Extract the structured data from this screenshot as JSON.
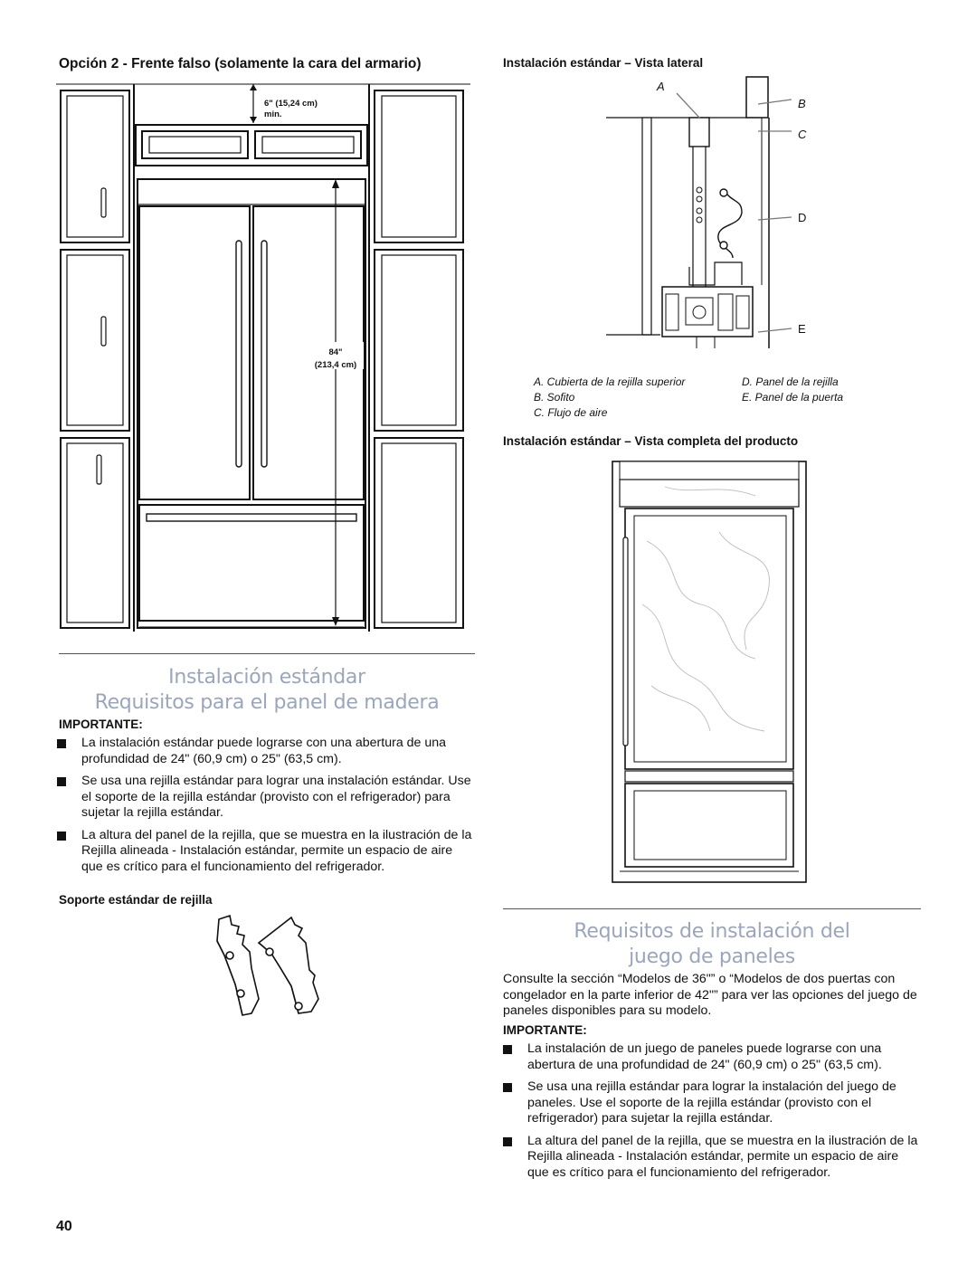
{
  "left_column": {
    "option_heading": "Opción 2 - Frente falso (solamente la cara del armario)",
    "fridge_figure": {
      "dim_top_line1": "6\" (15,24 cm)",
      "dim_top_line2": "min.",
      "dim_height_line1": "84\"",
      "dim_height_line2": "(213,4 cm)"
    },
    "section_title_line1": "Instalación estándar",
    "section_title_line2": "Requisitos para el panel de madera",
    "important_label": "IMPORTANTE:",
    "bullets": [
      "La instalación estándar puede lograrse con una abertura de una profundidad de 24\" (60,9 cm) o 25\" (63,5 cm).",
      "Se usa una rejilla estándar para lograr una instalación estándar. Use el soporte de la rejilla estándar (provisto con el refrigerador) para sujetar la rejilla estándar.",
      "La altura del panel de la rejilla, que se muestra en la ilustración de la Rejilla alineada - Instalación estándar, permite un espacio de aire que es crítico para el funcionamiento del refrigerador."
    ],
    "bracket_heading": "Soporte estándar de rejilla"
  },
  "right_column": {
    "side_view_heading": "Instalación estándar – Vista lateral",
    "side_view_labels": {
      "a": "A",
      "b": "B",
      "c": "C",
      "d": "D",
      "e": "E"
    },
    "legend": {
      "a": "A. Cubierta de la rejilla superior",
      "b": "B. Sofito",
      "c": "C. Flujo de aire",
      "d": "D. Panel de la rejilla",
      "e": "E. Panel de la puerta"
    },
    "full_view_heading": "Instalación estándar – Vista completa del producto",
    "section_title_line1": "Requisitos de instalación del",
    "section_title_line2": "juego de paneles",
    "intro_paragraph": "Consulte la sección “Modelos de 36\"” o “Modelos de dos puertas con congelador en la parte inferior de 42\"” para ver las opciones del juego de paneles disponibles para su modelo.",
    "important_label": "IMPORTANTE:",
    "bullets": [
      "La instalación de un juego de paneles puede lograrse con una abertura de una profundidad de 24\" (60,9 cm) o 25\" (63,5 cm).",
      "Se usa una rejilla estándar para lograr la instalación del juego de paneles. Use el soporte de la rejilla estándar (provisto con el refrigerador) para sujetar la rejilla estándar.",
      "La altura del panel de la rejilla, que se muestra en la ilustración de la Rejilla alineada - Instalación estándar, permite un espacio de aire que es crítico para el funcionamiento del refrigerador."
    ]
  },
  "page_number": "40"
}
